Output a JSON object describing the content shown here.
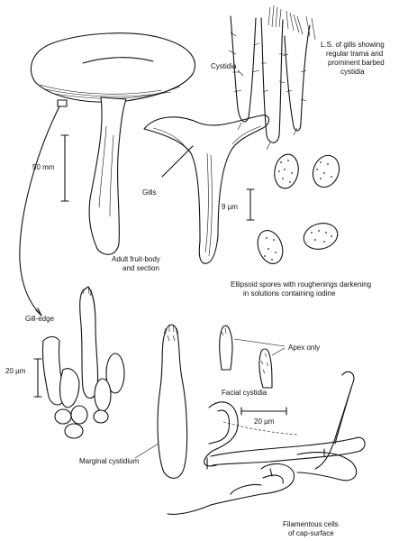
{
  "labels": {
    "ls_gills": [
      "L.S. of gills showing",
      "regular trama and",
      "prominent barbed",
      "cystidia"
    ],
    "cystidia": "Cystidia",
    "scale_50mm": "50 mm",
    "gills": "Gills",
    "scale_9um": "9 µm",
    "adult_fruitbody": [
      "Adult fruit-body",
      "and section"
    ],
    "spores": [
      "Ellipsoid spores with roughenings darkening",
      "in solutions containing iodine"
    ],
    "gill_edge": "Gill-edge",
    "scale_20um_left": "20 µm",
    "apex_only": "Apex only",
    "facial_cystidia": "Facial cystidia",
    "scale_20um_right": "20 µm",
    "marginal_cystidium": "Marginal cystidium",
    "filamentous": [
      "Filamentous cells",
      "of cap-surface"
    ]
  }
}
